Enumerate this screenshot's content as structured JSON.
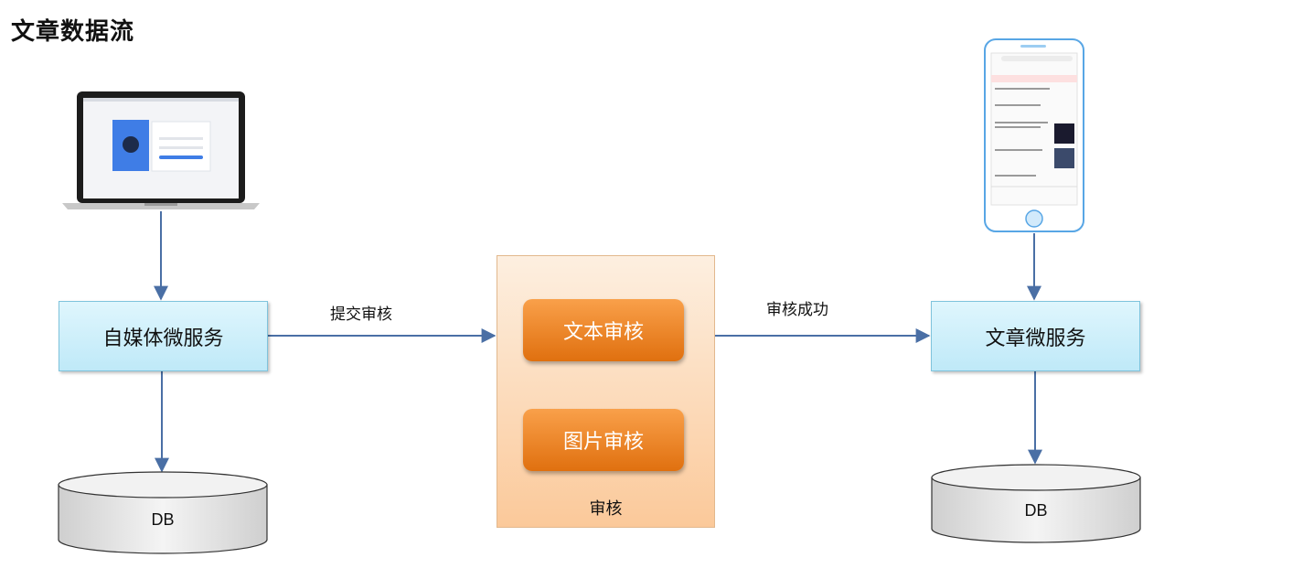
{
  "title": "文章数据流",
  "nodes": {
    "media_service": "自媒体微服务",
    "article_service": "文章微服务",
    "audit_group": "审核",
    "text_audit": "文本审核",
    "image_audit": "图片审核",
    "db_left": "DB",
    "db_right": "DB"
  },
  "edges": {
    "submit_audit": "提交审核",
    "audit_success": "审核成功"
  },
  "colors": {
    "service_fill": "#c9eefa",
    "audit_fill": "#fcd6b0",
    "pill_fill": "#ec7f1f",
    "arrow": "#4a6fa5"
  }
}
